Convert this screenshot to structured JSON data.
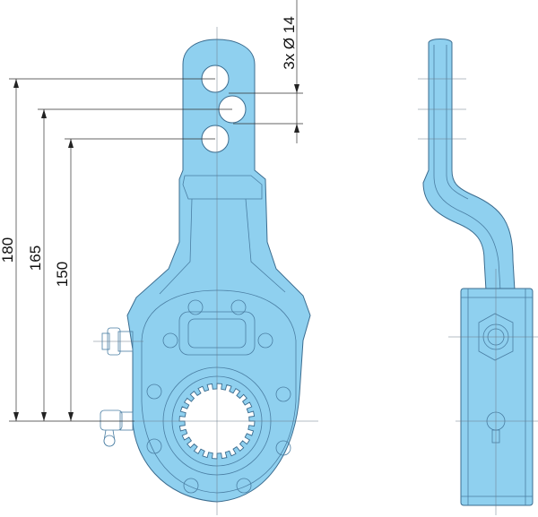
{
  "dimensions": {
    "hole_spec": "3x Ø 14",
    "d180": "180",
    "d165": "165",
    "d150": "150"
  },
  "colors": {
    "part_fill": "#8fd0ef",
    "part_fill_light": "#a9ddf4",
    "part_outline": "#3b6c8f",
    "line": "#333333",
    "background": "#ffffff"
  }
}
